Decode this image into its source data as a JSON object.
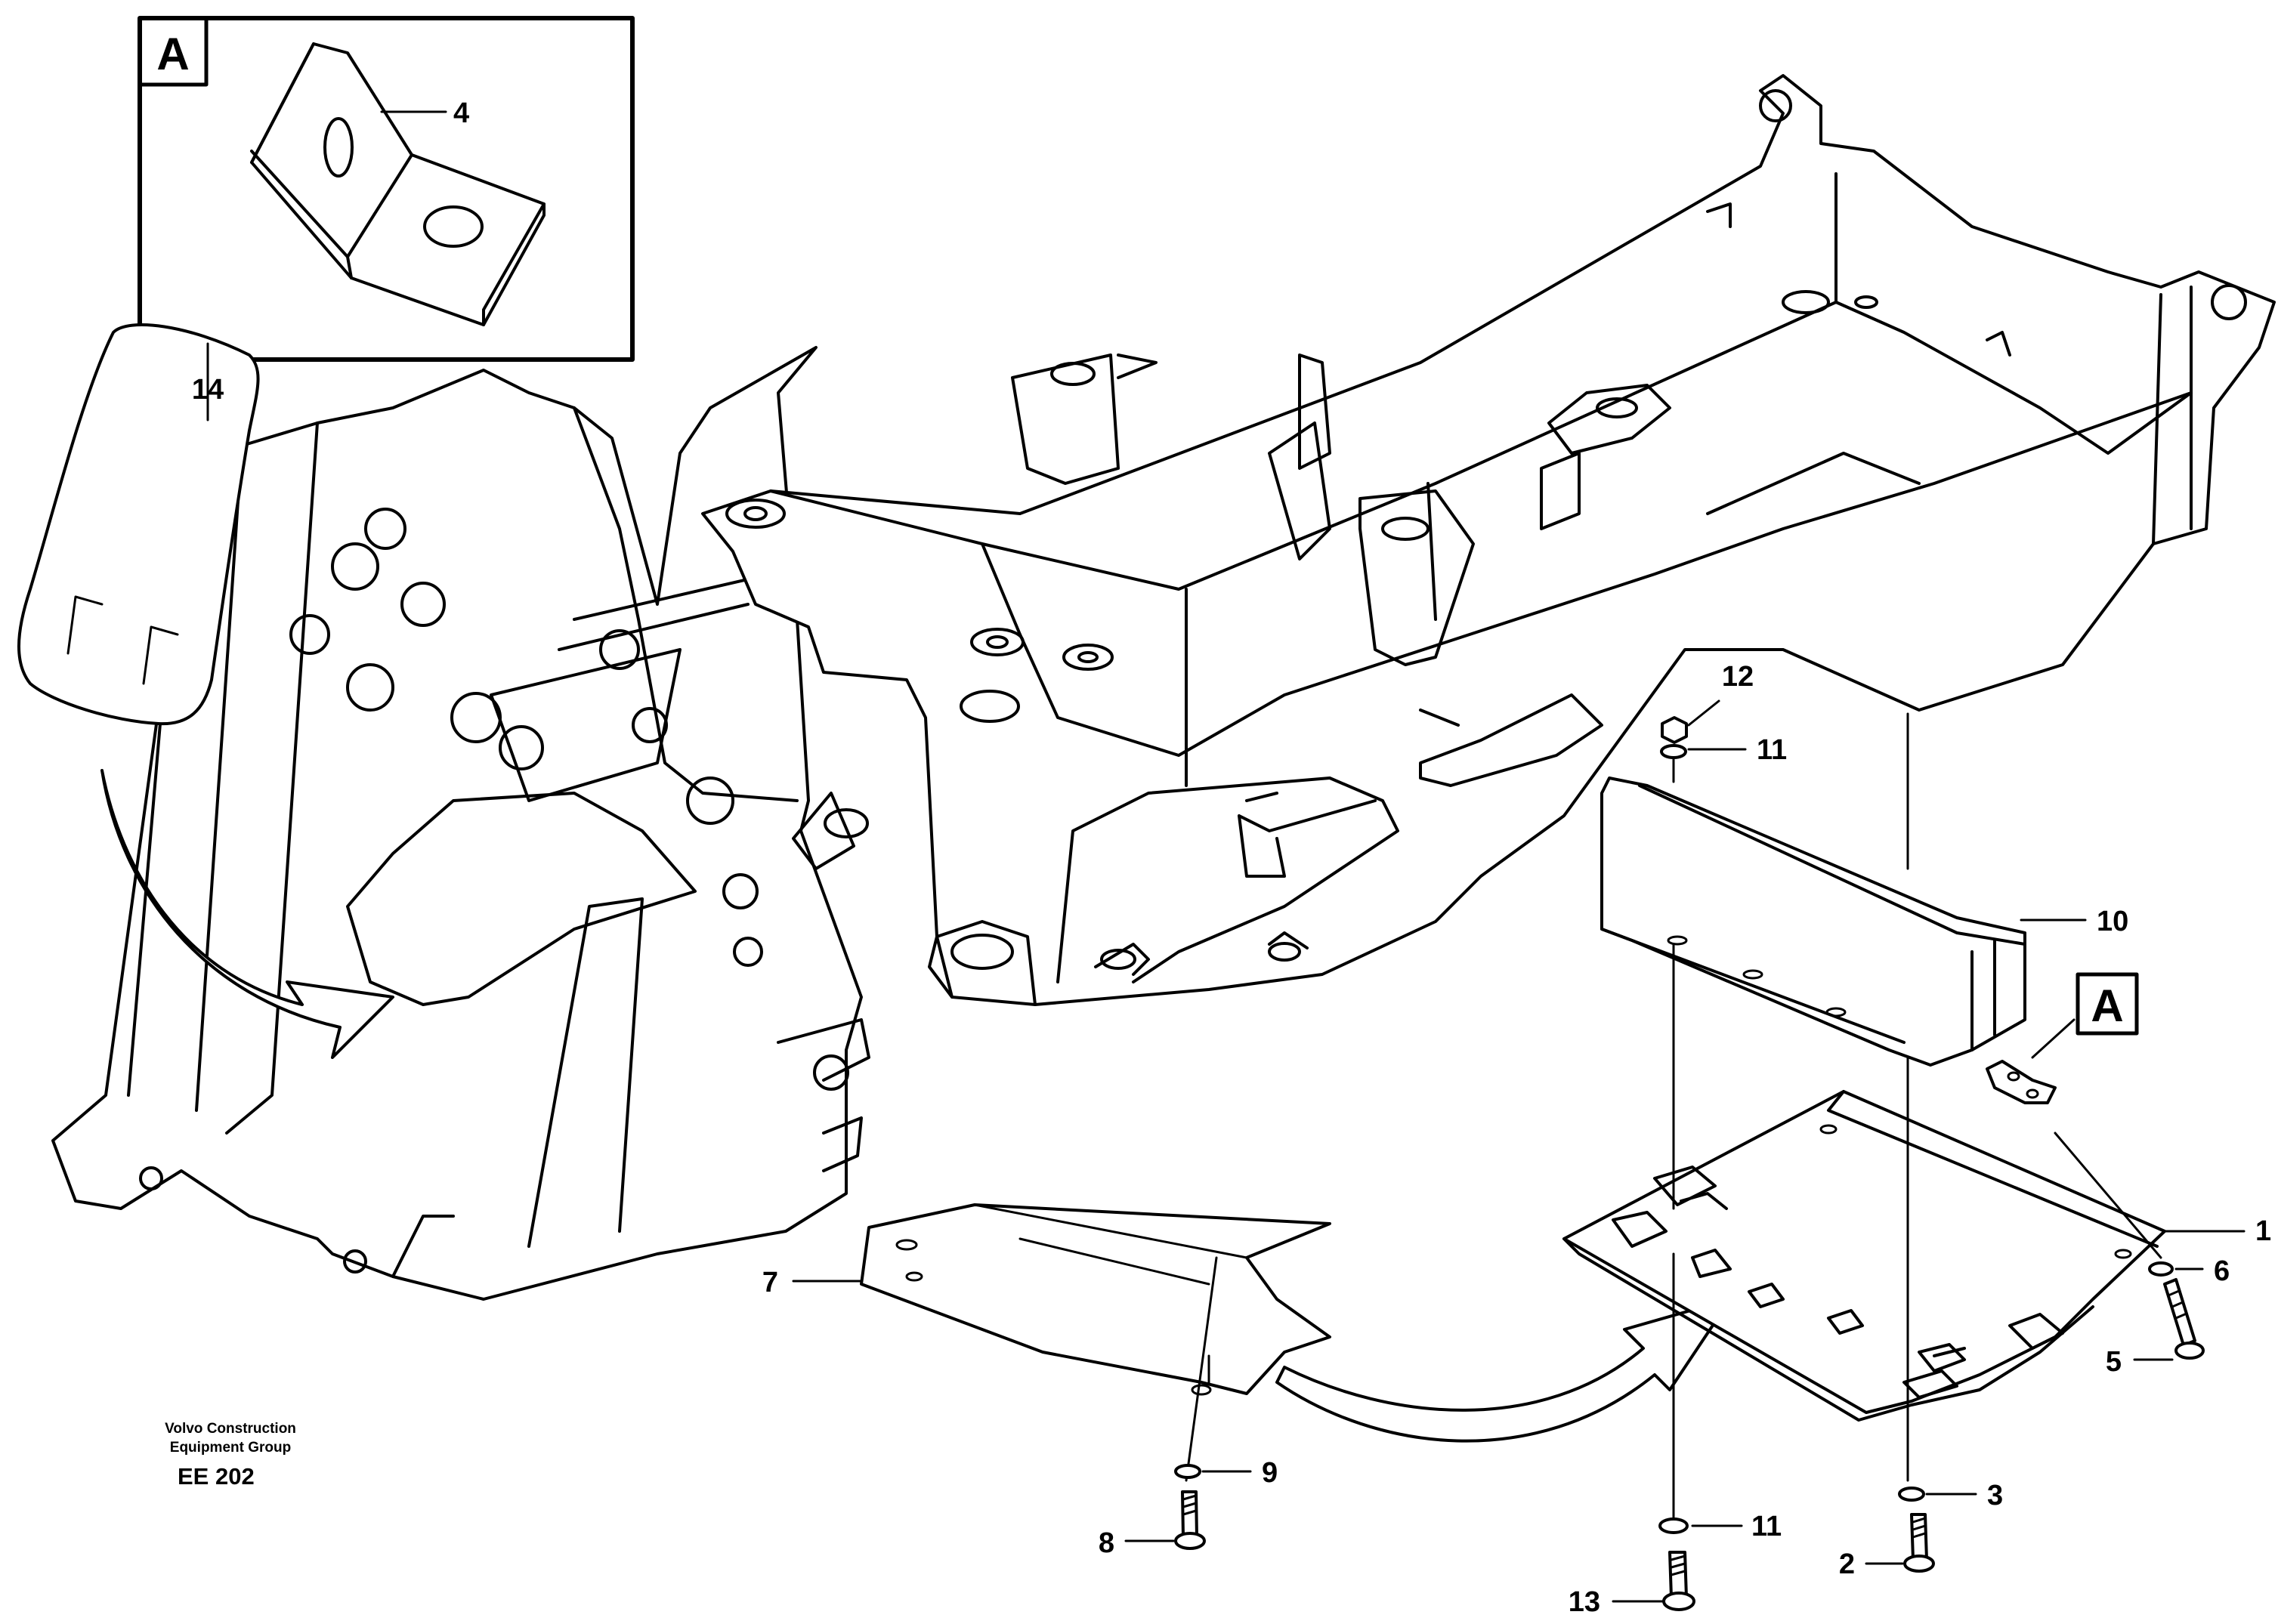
{
  "detail_letter": "A",
  "detail_marker_letter": "A",
  "callouts": {
    "c1": "1",
    "c2": "2",
    "c3": "3",
    "c4": "4",
    "c5": "5",
    "c6": "6",
    "c7": "7",
    "c8": "8",
    "c9": "9",
    "c10": "10",
    "c11a": "11",
    "c11b": "11",
    "c12": "12",
    "c13": "13",
    "c14": "14"
  },
  "footer": {
    "line1": "Volvo Construction",
    "line2": "Equipment Group",
    "code": "EE 202"
  }
}
